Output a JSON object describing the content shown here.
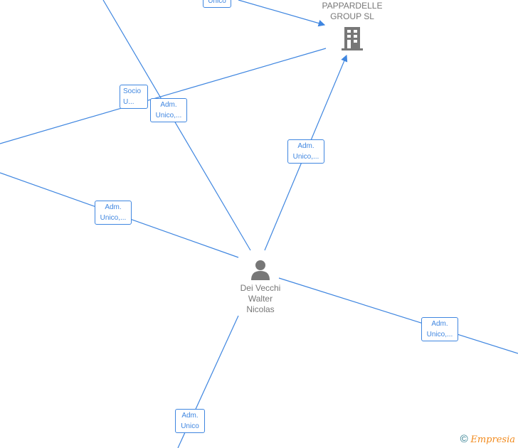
{
  "nodes": {
    "company": {
      "name_line1": "PAPPARDELLE",
      "name_line2": "GROUP  SL",
      "icon": "building-icon"
    },
    "person": {
      "line1": "Dei Vecchi",
      "line2": "Walter",
      "line3": "Nicolas",
      "icon": "person-icon"
    }
  },
  "edge_labels": [
    "Unico",
    "Socio\nU...",
    "Adm.\nUnico,...",
    "Adm.\nUnico,...",
    "Adm.\nUnico,...",
    "Adm.\nUnico,...",
    "Adm.\nUnico"
  ],
  "labels": {
    "l0": "Unico",
    "l1a": "Socio",
    "l1b": "U...",
    "l2a": "Adm.",
    "l2b": "Unico,...",
    "l3a": "Adm.",
    "l3b": "Unico,...",
    "l4a": "Adm.",
    "l4b": "Unico,...",
    "l5a": "Adm.",
    "l5b": "Unico,...",
    "l6a": "Adm.",
    "l6b": "Unico"
  },
  "footer": {
    "copyright": "©",
    "brand": "Empresia"
  },
  "colors": {
    "edge": "#3f86e0",
    "node": "#777777",
    "brand": "#f28a1c"
  }
}
